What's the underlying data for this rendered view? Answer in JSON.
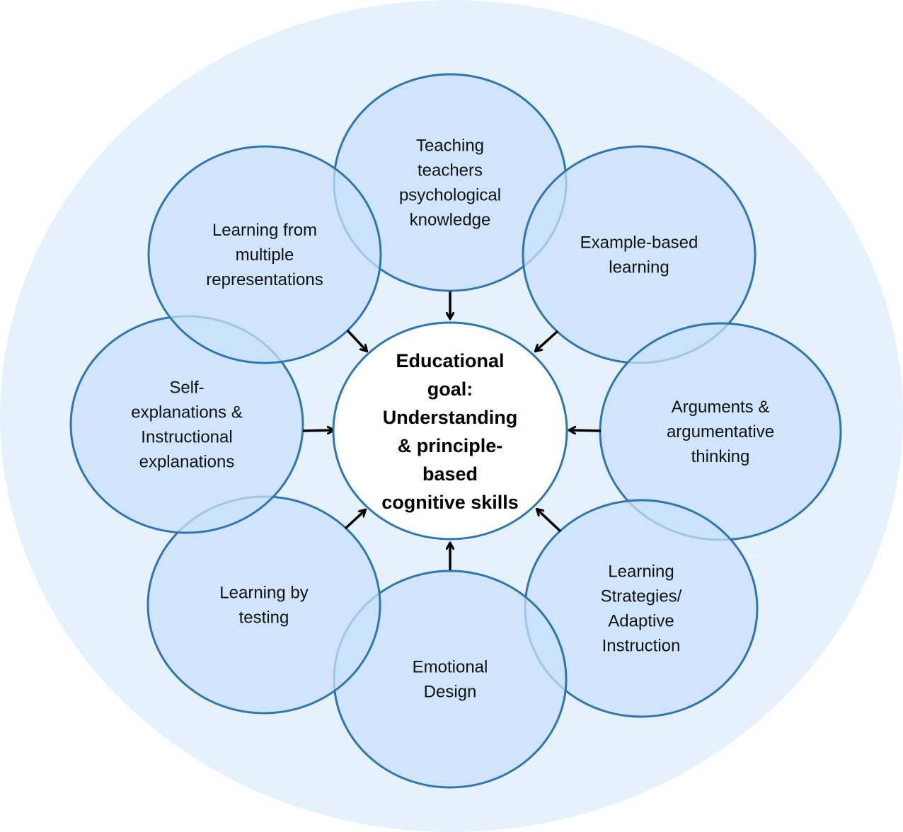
{
  "center": {
    "lines": [
      "Educational",
      "goal:",
      "Understanding",
      "& principle-",
      "based",
      "cognitive skills"
    ]
  },
  "nodes": [
    {
      "id": "teaching-teachers",
      "lines": [
        "Teaching",
        "teachers",
        "psychological",
        "knowledge"
      ]
    },
    {
      "id": "example-based-learning",
      "lines": [
        "Example-based",
        "learning"
      ]
    },
    {
      "id": "arguments",
      "lines": [
        "Arguments &",
        "argumentative",
        "thinking"
      ]
    },
    {
      "id": "learning-strategies",
      "lines": [
        "Learning",
        "Strategies/",
        "Adaptive",
        "Instruction"
      ]
    },
    {
      "id": "emotional-design",
      "lines": [
        "Emotional",
        "Design"
      ]
    },
    {
      "id": "learning-by-testing",
      "lines": [
        "Learning by",
        "testing"
      ]
    },
    {
      "id": "self-explanations",
      "lines": [
        "Self-",
        "explanations &",
        "Instructional",
        "explanations"
      ]
    },
    {
      "id": "multiple-representations",
      "lines": [
        "Learning from",
        "multiple",
        "representations"
      ]
    }
  ],
  "colors": {
    "background_ellipse": "#e5f1fd",
    "node_fill": "#c8e0fa",
    "node_stroke": "#2e75b6",
    "center_fill": "#ffffff",
    "arrow": "#000000"
  }
}
